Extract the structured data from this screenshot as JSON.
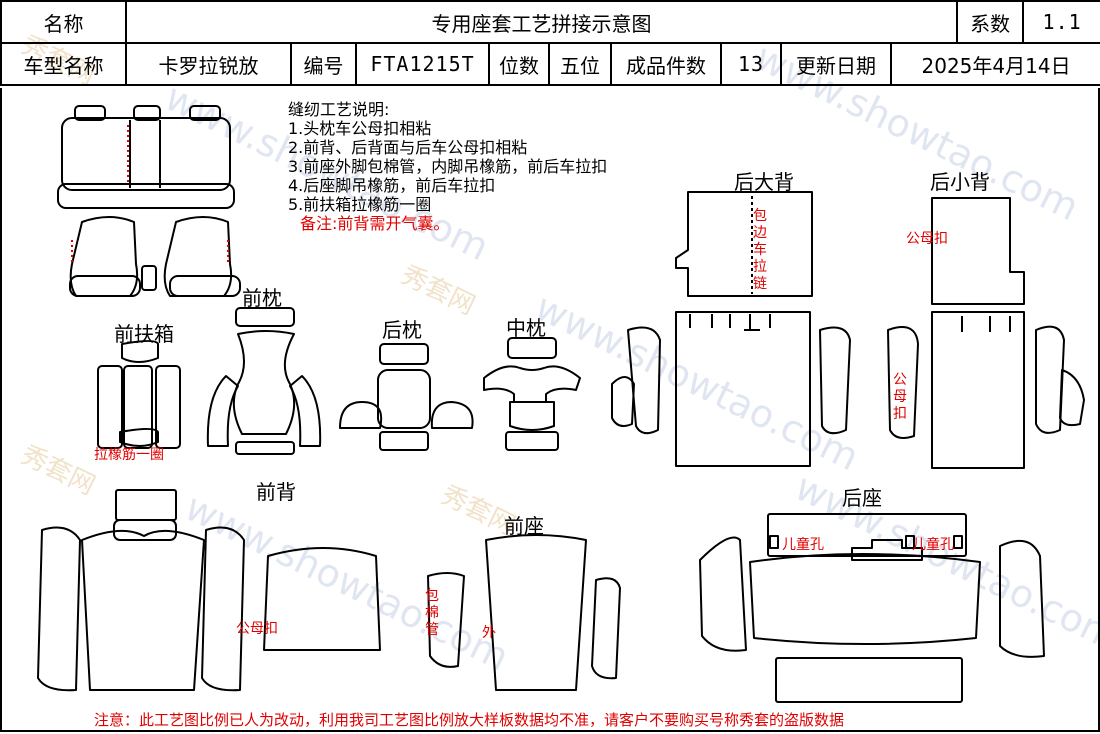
{
  "header": {
    "name_label": "名称",
    "title": "专用座套工艺拼接示意图",
    "coef_label": "系数",
    "coef_value": "1.1",
    "model_label": "车型名称",
    "model_value": "卡罗拉锐放",
    "code_label": "编号",
    "code_value": "FTA1215T",
    "seats_label": "位数",
    "seats_value": "五位",
    "pieces_label": "成品件数",
    "pieces_value": "13",
    "date_label": "更新日期",
    "date_value": "2025年4月14日"
  },
  "notes": {
    "title": "缝纫工艺说明:",
    "items": [
      "1.头枕车公母扣相粘",
      "2.前背、后背面与后车公母扣相粘",
      "3.前座外脚包棉管，内脚吊橡筋，前后车拉扣",
      "4.后座脚吊橡筋，前后车拉扣",
      "5.前扶箱拉橡筋一圈"
    ],
    "remark": "备注:前背需开气囊。"
  },
  "parts": {
    "front_armrest": "前扶箱",
    "front_headrest": "前枕",
    "rear_headrest": "后枕",
    "mid_headrest": "中枕",
    "rear_big_back": "后大背",
    "rear_small_back": "后小背",
    "front_back": "前背",
    "front_seat": "前座",
    "rear_seat": "后座"
  },
  "annotations": {
    "armrest_elastic": "拉橡筋一圈",
    "zipper_vertical": "包边车拉链",
    "snap_small_back": "公母扣",
    "snap_side": "公母扣",
    "snap_front_back": "公母扣",
    "foam_tube": "包棉管",
    "outer": "外",
    "child_hole_left": "儿童孔",
    "child_hole_right": "儿童孔"
  },
  "watermark": {
    "site": "www.showtao.com",
    "brand": "秀套网"
  },
  "footer": "注意：此工艺图比例已人为改动，利用我司工艺图比例放大样板数据均不准，请客户不要购买号称秀套的盗版数据",
  "colors": {
    "accent_red": "#e00000",
    "line": "#000000",
    "watermark_blue": "#c8d3e6"
  }
}
